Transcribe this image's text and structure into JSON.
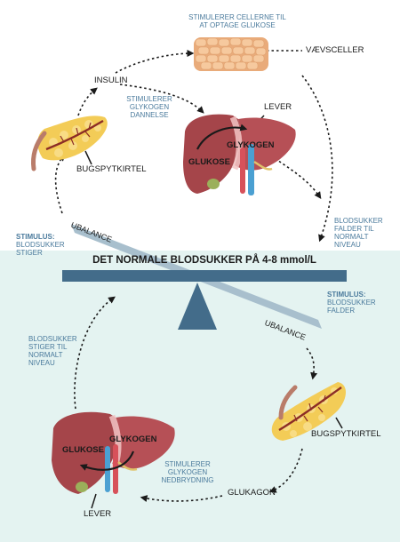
{
  "title": "DET NORMALE BLODSUKKER PÅ 4-8 mmol/L",
  "top": {
    "tissue_note": "STIMULERER CELLERNE TIL AT OPTAGE GLUKOSE",
    "tissue_label": "VÆVSCELLER",
    "insulin": "INSULIN",
    "glycogen_formation": "STIMULERER GLYKOGEN DANNELSE",
    "liver": "LEVER",
    "glycogen": "GLYKOGEN",
    "glucose": "GLUKOSE",
    "pancreas": "BUGSPYTKIRTEL",
    "imbalance": "UBALANCE",
    "stimulus_title": "STIMULUS:",
    "stimulus_text": "BLODSUKKER STIGER",
    "result": "BLODSUKKER FALDER TIL NORMALT NIVEAU"
  },
  "bottom": {
    "stimulus_title": "STIMULUS:",
    "stimulus_text": "BLODSUKKER FALDER",
    "imbalance": "UBALANCE",
    "result": "BLODSUKKER STIGER TIL NORMALT NIVEAU",
    "pancreas": "BUGSPYTKIRTEL",
    "glucose": "GLUKOSE",
    "glycogen": "GLYKOGEN",
    "glycogen_breakdown": "STIMULERER GLYKOGEN NEDBRYDNING",
    "glucagon": "GLUKAGON",
    "liver": "LEVER"
  },
  "colors": {
    "liver": "#a5454a",
    "pancreas": "#f3cc57",
    "vein": "#8c2d26",
    "beam_dark": "#436c8a",
    "beam_light": "#a8bfcd",
    "bottom_bg": "#e4f3f1",
    "tissue": "#f5c496"
  }
}
